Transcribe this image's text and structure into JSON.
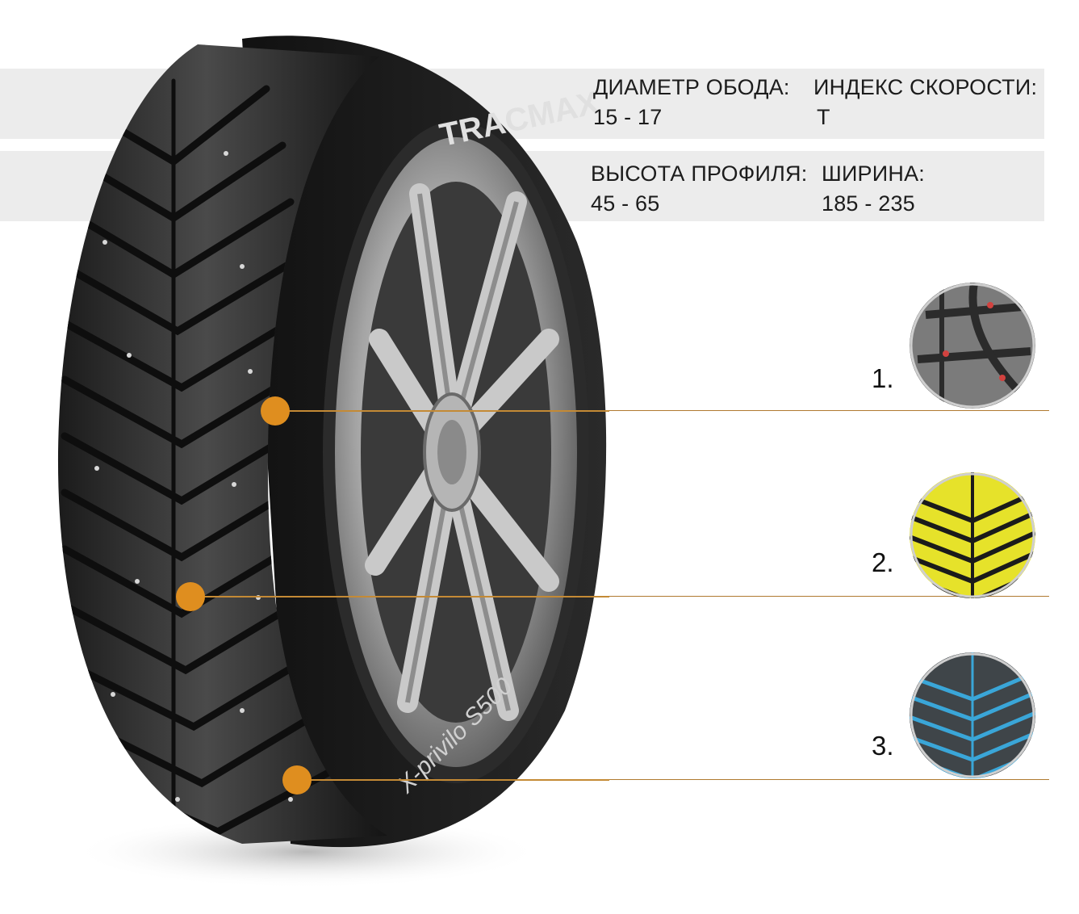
{
  "specs": {
    "rim_diameter": {
      "label": "ДИАМЕТР ОБОДА:",
      "value": "15 - 17"
    },
    "speed_index": {
      "label": "ИНДЕКС СКОРОСТИ:",
      "value": "T"
    },
    "profile_height": {
      "label": "ВЫСОТА ПРОФИЛЯ:",
      "value": "45 - 65"
    },
    "width": {
      "label": "ШИРИНА:",
      "value": "185 - 235"
    }
  },
  "tire": {
    "brand_text": "TRACMAX",
    "model_text": "X-privilo S500",
    "image_icon": "winter-studded-tire-image"
  },
  "callouts": [
    {
      "number": "1.",
      "thumb_icon": "stud-closeup-icon"
    },
    {
      "number": "2.",
      "thumb_icon": "yellow-tread-pattern-icon"
    },
    {
      "number": "3.",
      "thumb_icon": "blue-tread-pattern-icon"
    }
  ],
  "colors": {
    "accent": "#df8e1f",
    "band": "#ececec",
    "yellow_tread": "#e6e22a",
    "blue_tread": "#3aa6d8"
  }
}
